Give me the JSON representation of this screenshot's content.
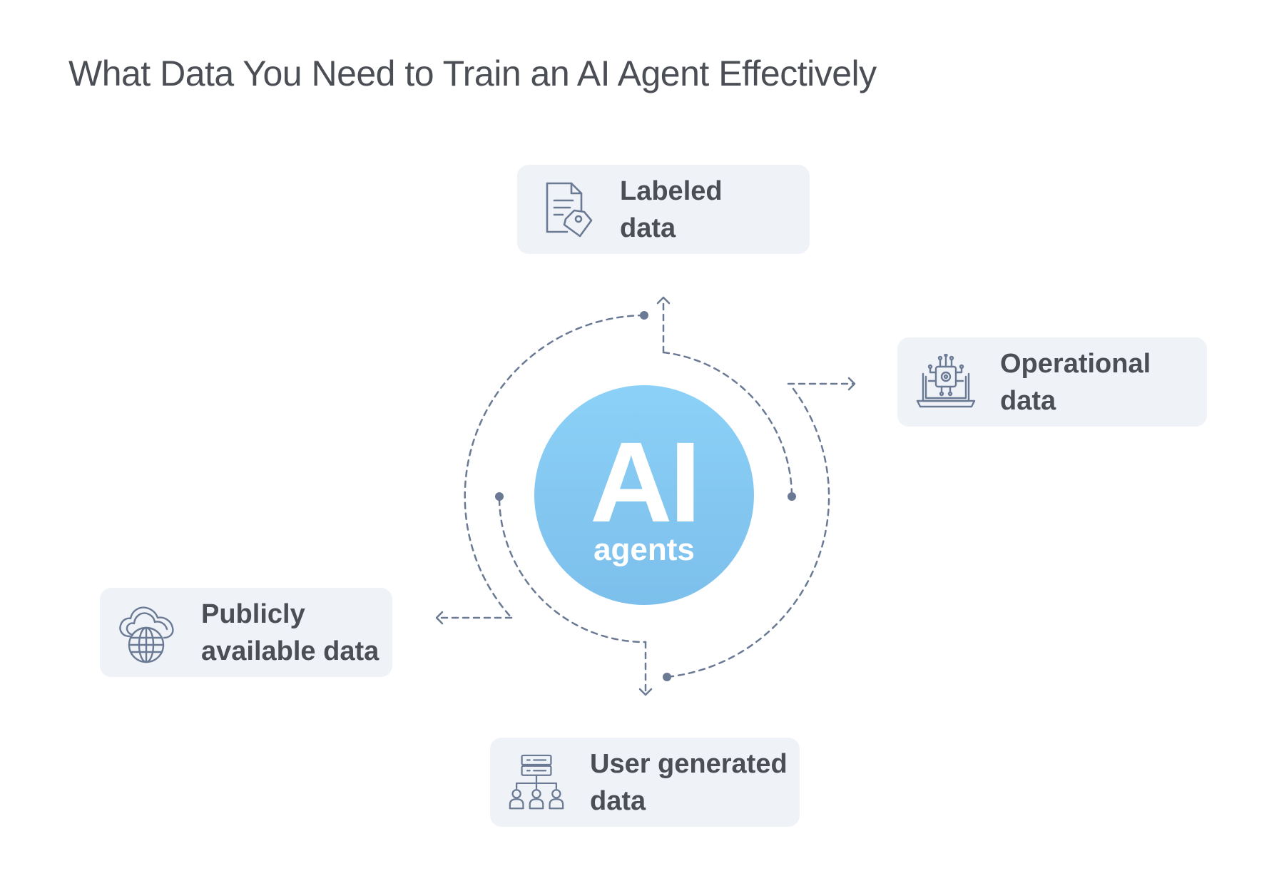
{
  "title": "What Data You Need to Train an AI Agent Effectively",
  "hub": {
    "main": "AI",
    "sub": "agents",
    "color": "#8cd1f7"
  },
  "nodes": {
    "labeled": {
      "line1": "Labeled",
      "line2": "data",
      "icon": "document-tag-icon"
    },
    "operational": {
      "line1": "Operational",
      "line2": "data",
      "icon": "laptop-chip-icon"
    },
    "public": {
      "line1": "Publicly",
      "line2": "available data",
      "icon": "cloud-globe-icon"
    },
    "user": {
      "line1": "User generated",
      "line2": "data",
      "icon": "server-users-icon"
    }
  },
  "colors": {
    "card_background": "#eff2f7",
    "text": "#4b4e55",
    "connector": "#6b7a94"
  }
}
